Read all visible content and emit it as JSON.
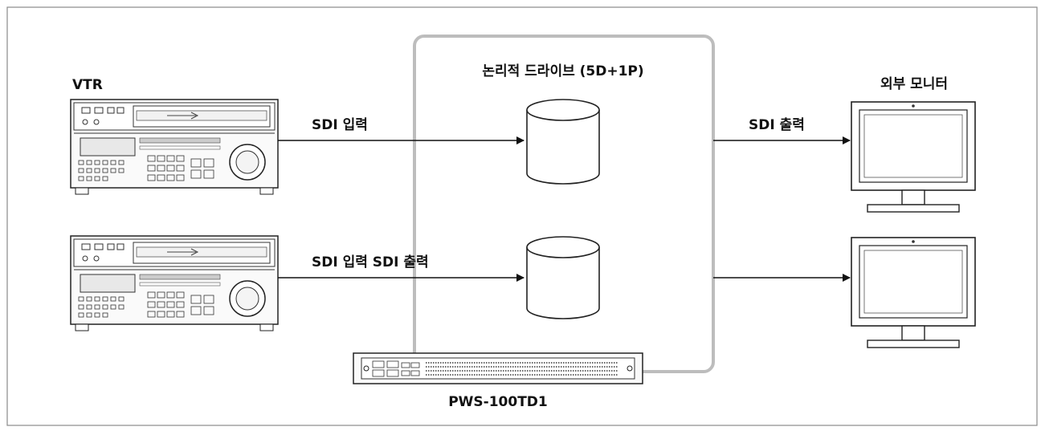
{
  "diagram": {
    "labels": {
      "vtr": "VTR",
      "logical_drive": "논리적 드라이브 (5D+1P)",
      "external_monitor": "외부 모니터",
      "sdi_input_top": "SDI 입력",
      "sdi_output_top": "SDI 출력",
      "sdi_input_output_bottom": "SDI 입력 SDI 출력",
      "server_model": "PWS-100TD1"
    },
    "colors": {
      "frame_border": "#8a8a8a",
      "drive_box_border": "#bdbdbd",
      "line": "#111111"
    }
  }
}
